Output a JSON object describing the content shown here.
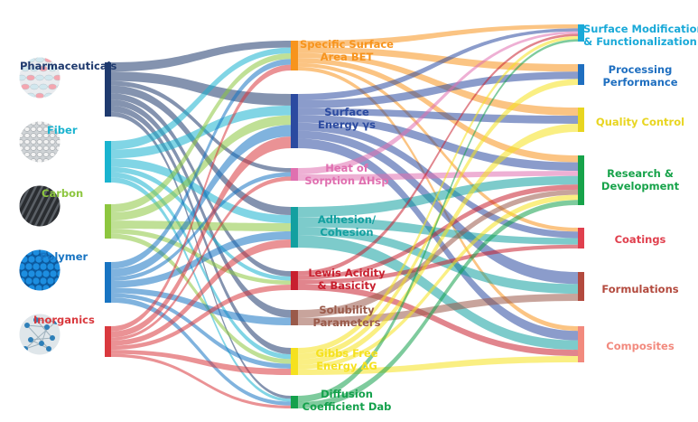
{
  "sources": [
    {
      "id": "pharma",
      "label": "Pharmaceuticals",
      "color": "#1f3a6e",
      "thumb": "pharma-pills-icon"
    },
    {
      "id": "fiber",
      "label": "Fiber",
      "color": "#19b3cf",
      "thumb": "fiber-weave-icon"
    },
    {
      "id": "carbon",
      "label": "Carbon",
      "color": "#8dc63f",
      "thumb": "carbon-fabric-icon"
    },
    {
      "id": "polymer",
      "label": "Polymer",
      "color": "#1874c2",
      "thumb": "polymer-pellets-icon"
    },
    {
      "id": "inorganics",
      "label": "Inorganics",
      "color": "#d9393e",
      "thumb": "inorganic-crystals-icon"
    }
  ],
  "properties": [
    {
      "id": "bet",
      "lines": [
        "Specific Surface",
        "Area BET"
      ],
      "color": "#f7941d"
    },
    {
      "id": "energy",
      "lines": [
        "Surface",
        "Energy γs"
      ],
      "color": "#2b4aa0"
    },
    {
      "id": "heat",
      "lines": [
        "Heat of",
        "Sorption ΔHsp"
      ],
      "color": "#e070b0"
    },
    {
      "id": "adhesion",
      "lines": [
        "Adhesion/",
        "Cohesion"
      ],
      "color": "#13a0a0"
    },
    {
      "id": "lewis",
      "lines": [
        "Lewis Acidity",
        "& Basicity"
      ],
      "color": "#c8202f"
    },
    {
      "id": "solubility",
      "lines": [
        "Solubility",
        "Parameters"
      ],
      "color": "#9a5a4a"
    },
    {
      "id": "gibbs",
      "lines": [
        "Gibbs Free",
        "Energy ΔG"
      ],
      "color": "#f5e11e"
    },
    {
      "id": "diffusion",
      "lines": [
        "Diffusion",
        "Coefficient Dab"
      ],
      "color": "#14a14c"
    }
  ],
  "applications": [
    {
      "id": "surfmod",
      "lines": [
        "Surface Modification",
        "& Functionalization"
      ],
      "color": "#19a9d8"
    },
    {
      "id": "processing",
      "lines": [
        "Processing",
        "Performance"
      ],
      "color": "#1f6fc0"
    },
    {
      "id": "quality",
      "lines": [
        "Quality Control"
      ],
      "color": "#e8d520"
    },
    {
      "id": "research",
      "lines": [
        "Research &",
        "Development"
      ],
      "color": "#17a34a"
    },
    {
      "id": "coatings",
      "lines": [
        "Coatings"
      ],
      "color": "#e0404e"
    },
    {
      "id": "formulations",
      "lines": [
        "Formulations"
      ],
      "color": "#b34a3e"
    },
    {
      "id": "composites",
      "lines": [
        "Composites"
      ],
      "color": "#f28a7e"
    }
  ],
  "flows_left": [
    [
      "pharma",
      "bet",
      6
    ],
    [
      "pharma",
      "energy",
      6
    ],
    [
      "pharma",
      "heat",
      3
    ],
    [
      "pharma",
      "adhesion",
      5
    ],
    [
      "pharma",
      "lewis",
      4
    ],
    [
      "pharma",
      "solubility",
      4
    ],
    [
      "pharma",
      "gibbs",
      4
    ],
    [
      "pharma",
      "diffusion",
      3
    ],
    [
      "fiber",
      "bet",
      5
    ],
    [
      "fiber",
      "energy",
      5
    ],
    [
      "fiber",
      "adhesion",
      5
    ],
    [
      "fiber",
      "lewis",
      3
    ],
    [
      "fiber",
      "gibbs",
      3
    ],
    [
      "fiber",
      "diffusion",
      3
    ],
    [
      "carbon",
      "bet",
      5
    ],
    [
      "carbon",
      "energy",
      5
    ],
    [
      "carbon",
      "adhesion",
      5
    ],
    [
      "carbon",
      "lewis",
      3
    ],
    [
      "carbon",
      "gibbs",
      3
    ],
    [
      "polymer",
      "bet",
      5
    ],
    [
      "polymer",
      "energy",
      6
    ],
    [
      "polymer",
      "heat",
      3
    ],
    [
      "polymer",
      "adhesion",
      5
    ],
    [
      "polymer",
      "solubility",
      4
    ],
    [
      "polymer",
      "gibbs",
      3
    ],
    [
      "polymer",
      "diffusion",
      4
    ],
    [
      "inorganics",
      "bet",
      5
    ],
    [
      "inorganics",
      "energy",
      6
    ],
    [
      "inorganics",
      "heat",
      3
    ],
    [
      "inorganics",
      "adhesion",
      5
    ],
    [
      "inorganics",
      "lewis",
      4
    ],
    [
      "inorganics",
      "gibbs",
      4
    ],
    [
      "inorganics",
      "diffusion",
      3
    ]
  ],
  "flows_right": [
    [
      "bet",
      "surfmod",
      5
    ],
    [
      "bet",
      "processing",
      5
    ],
    [
      "bet",
      "quality",
      4
    ],
    [
      "bet",
      "research",
      4
    ],
    [
      "bet",
      "coatings",
      3
    ],
    [
      "bet",
      "composites",
      3
    ],
    [
      "energy",
      "surfmod",
      4
    ],
    [
      "energy",
      "processing",
      5
    ],
    [
      "energy",
      "quality",
      4
    ],
    [
      "energy",
      "research",
      5
    ],
    [
      "energy",
      "coatings",
      5
    ],
    [
      "energy",
      "formulations",
      5
    ],
    [
      "energy",
      "composites",
      6
    ],
    [
      "heat",
      "surfmod",
      3
    ],
    [
      "heat",
      "research",
      3
    ],
    [
      "adhesion",
      "research",
      5
    ],
    [
      "adhesion",
      "coatings",
      5
    ],
    [
      "adhesion",
      "formulations",
      4
    ],
    [
      "adhesion",
      "composites",
      6
    ],
    [
      "lewis",
      "surfmod",
      3
    ],
    [
      "lewis",
      "research",
      3
    ],
    [
      "lewis",
      "coatings",
      3
    ],
    [
      "lewis",
      "composites",
      4
    ],
    [
      "solubility",
      "research",
      3
    ],
    [
      "solubility",
      "formulations",
      3
    ],
    [
      "gibbs",
      "surfmod",
      4
    ],
    [
      "gibbs",
      "processing",
      4
    ],
    [
      "gibbs",
      "quality",
      4
    ],
    [
      "gibbs",
      "research",
      3
    ],
    [
      "gibbs",
      "composites",
      4
    ],
    [
      "diffusion",
      "surfmod",
      3
    ],
    [
      "diffusion",
      "research",
      3
    ]
  ]
}
